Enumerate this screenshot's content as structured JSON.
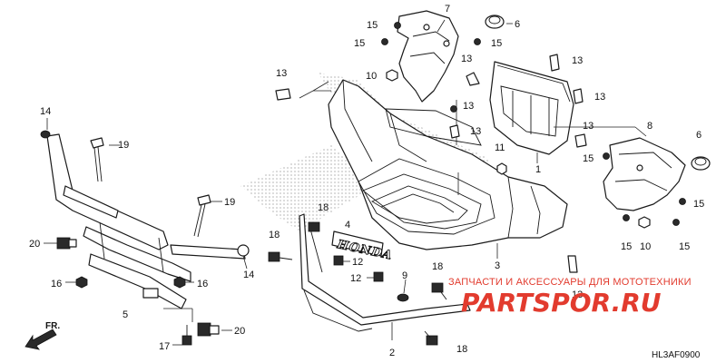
{
  "callouts": [
    {
      "id": "c2",
      "text": "2"
    },
    {
      "id": "c3",
      "text": "3"
    },
    {
      "id": "c4",
      "text": "4"
    },
    {
      "id": "c5",
      "text": "5"
    },
    {
      "id": "c6a",
      "text": "6"
    },
    {
      "id": "c6b",
      "text": "6"
    },
    {
      "id": "c7",
      "text": "7"
    },
    {
      "id": "c8",
      "text": "8"
    },
    {
      "id": "c9",
      "text": "9"
    },
    {
      "id": "c10a",
      "text": "10"
    },
    {
      "id": "c10b",
      "text": "10"
    },
    {
      "id": "c11",
      "text": "11"
    },
    {
      "id": "c12a",
      "text": "12"
    },
    {
      "id": "c12b",
      "text": "12"
    },
    {
      "id": "c13a",
      "text": "13"
    },
    {
      "id": "c13b",
      "text": "13"
    },
    {
      "id": "c13c",
      "text": "13"
    },
    {
      "id": "c13d",
      "text": "13"
    },
    {
      "id": "c13e",
      "text": "13"
    },
    {
      "id": "c13f",
      "text": "13"
    },
    {
      "id": "c13g",
      "text": "13"
    },
    {
      "id": "c13h",
      "text": "13"
    },
    {
      "id": "c14a",
      "text": "14"
    },
    {
      "id": "c14b",
      "text": "14"
    },
    {
      "id": "c15a",
      "text": "15"
    },
    {
      "id": "c15b",
      "text": "15"
    },
    {
      "id": "c15c",
      "text": "15"
    },
    {
      "id": "c15d",
      "text": "15"
    },
    {
      "id": "c15e",
      "text": "15"
    },
    {
      "id": "c15f",
      "text": "15"
    },
    {
      "id": "c15g",
      "text": "15"
    },
    {
      "id": "c16a",
      "text": "16"
    },
    {
      "id": "c16b",
      "text": "16"
    },
    {
      "id": "c17",
      "text": "17"
    },
    {
      "id": "c18a",
      "text": "18"
    },
    {
      "id": "c18b",
      "text": "18"
    },
    {
      "id": "c18c",
      "text": "18"
    },
    {
      "id": "c18d",
      "text": "18"
    },
    {
      "id": "c19a",
      "text": "19"
    },
    {
      "id": "c19b",
      "text": "19"
    },
    {
      "id": "c20a",
      "text": "20"
    },
    {
      "id": "c20b",
      "text": "20"
    },
    {
      "id": "c1",
      "text": "1"
    }
  ],
  "brand_emblem": "HONDA",
  "direction_marker": "FR.",
  "diagram_code": "HL3AF0900",
  "watermark": {
    "caption": "ЗАПЧАСТИ И АКСЕССУАРЫ ДЛЯ МОТОТЕХНИКИ",
    "logo": "PARTSPOR.RU",
    "color": "#e23b2e"
  }
}
